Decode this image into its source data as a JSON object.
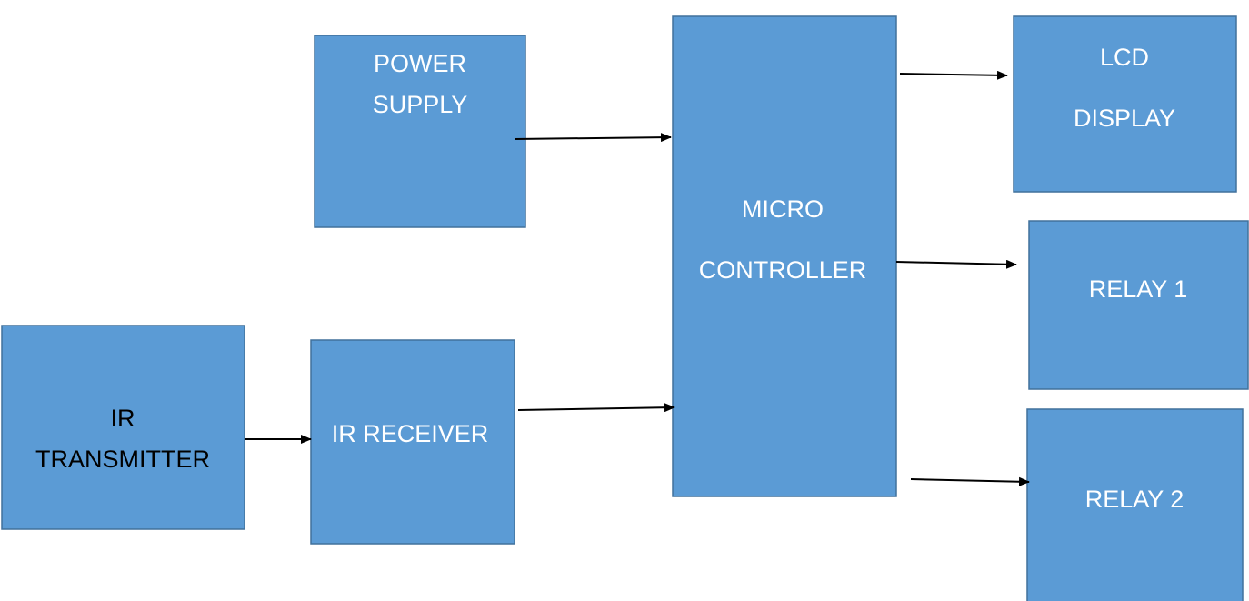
{
  "blocks": {
    "power_supply": {
      "line1": "POWER",
      "line2": "SUPPLY"
    },
    "micro_controller": {
      "line1": "MICRO",
      "line2": "CONTROLLER"
    },
    "lcd_display": {
      "line1": "LCD",
      "line2": "DISPLAY"
    },
    "relay_1": {
      "label": "RELAY 1"
    },
    "relay_2": {
      "label": "RELAY 2"
    },
    "ir_transmitter": {
      "line1": "IR",
      "line2": "TRANSMITTER"
    },
    "ir_receiver": {
      "label": "IR RECEIVER"
    }
  },
  "colors": {
    "block_fill": "#5b9bd5",
    "block_border": "#41719c",
    "text_light": "#ffffff",
    "text_dark": "#000000",
    "arrow": "#000000"
  }
}
